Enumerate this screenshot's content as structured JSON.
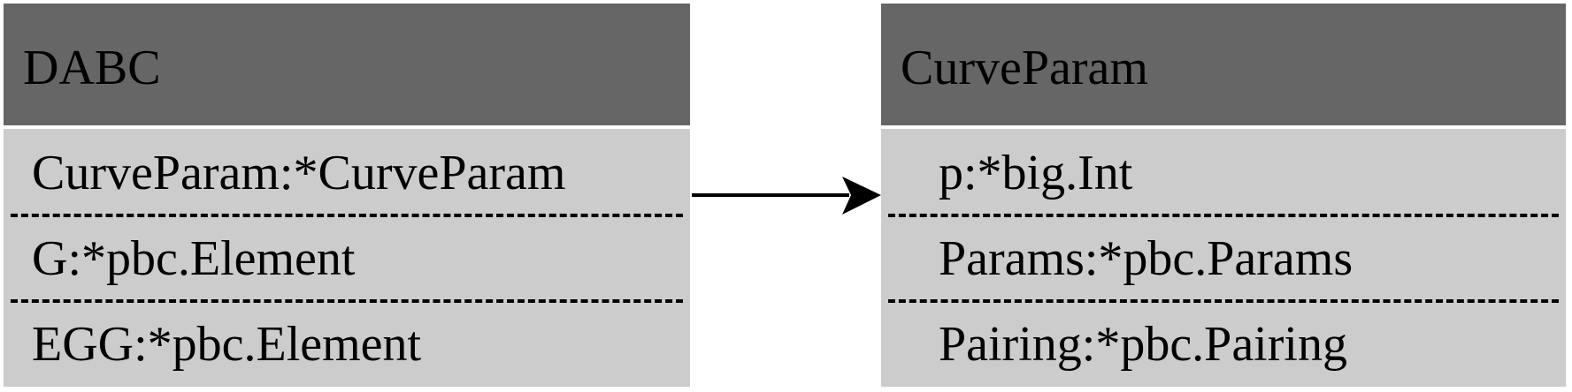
{
  "left_class": {
    "name": "DABC",
    "fields": [
      "CurveParam:*CurveParam",
      "G:*pbc.Element",
      "EGG:*pbc.Element"
    ]
  },
  "right_class": {
    "name": "CurveParam",
    "fields": [
      "p:*big.Int",
      "Params:*pbc.Params",
      "Pairing:*pbc.Pairing"
    ]
  },
  "colors": {
    "header": "#666666",
    "body": "#cccccc",
    "line": "#000000"
  }
}
